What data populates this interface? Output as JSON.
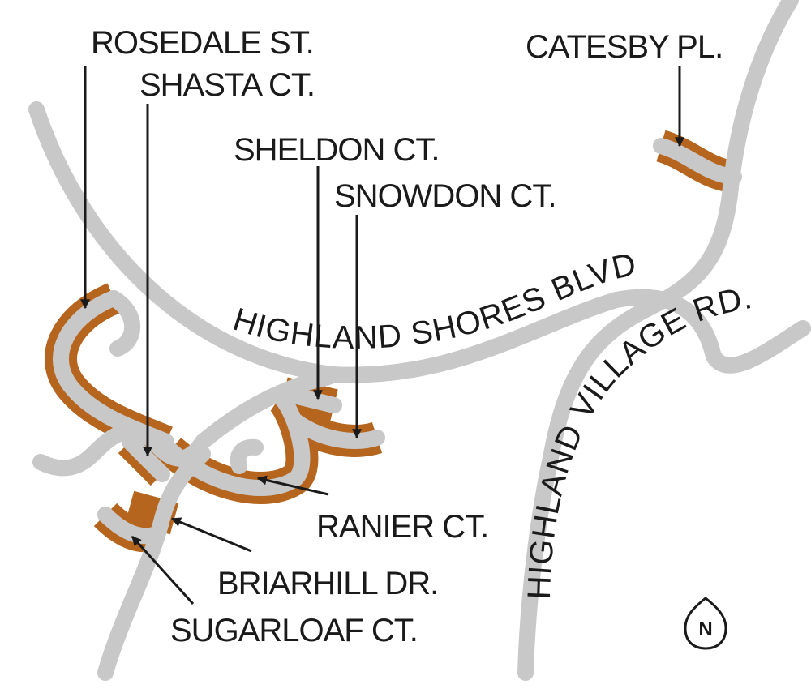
{
  "map": {
    "colors": {
      "road": "#c8c8c8",
      "street_outline": "#b5651d",
      "arrow": "#1a1a1a",
      "background": "#ffffff"
    },
    "streets": {
      "rosedale": "ROSEDALE ST.",
      "shasta": "SHASTA CT.",
      "sheldon": "SHELDON CT.",
      "snowdon": "SNOWDON CT.",
      "catesby": "CATESBY PL.",
      "ranier": "RANIER CT.",
      "briarhill": "BRIARHILL DR.",
      "sugarloaf": "SUGARLOAF CT."
    },
    "roads": {
      "highland_shores": "HIGHLAND SHORES BLVD.",
      "highland_village": "HIGHLAND VILLAGE RD."
    },
    "compass": {
      "letter": "N",
      "icon": "north-arrow-icon"
    }
  }
}
